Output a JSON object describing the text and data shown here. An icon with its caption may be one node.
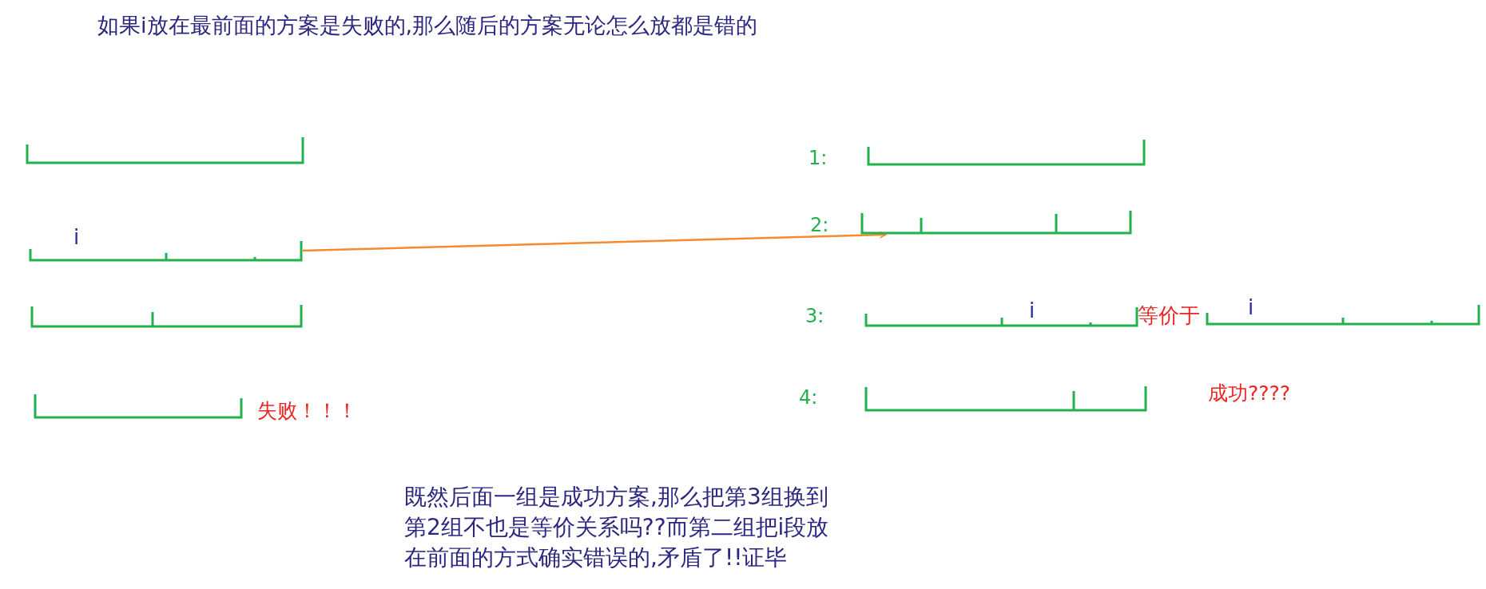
{
  "diagram": {
    "title": "如果i放在最前面的方案是失败的,那么随后的方案无论怎么放都是错的",
    "nodes": [
      {
        "text": [],
        "shape": "bracket"
      },
      {
        "text": [],
        "shape": "bracket",
        "beside": [
          "i"
        ]
      },
      {
        "text": [],
        "shape": "bracket"
      },
      {
        "text": [],
        "shape": "bracket",
        "beside": [
          "失败！！！"
        ]
      },
      {
        "text": [],
        "shape": "bracket",
        "beside": [
          "1:"
        ]
      },
      {
        "text": [],
        "shape": "bracket",
        "beside": [
          "2:"
        ]
      },
      {
        "text": [
          "i"
        ],
        "beside": [
          "3:"
        ]
      },
      {
        "text": [
          "i"
        ]
      },
      {
        "text": [],
        "shape": "bracket",
        "beside": [
          "4:"
        ]
      }
    ],
    "edges": [
      {
        "from": 1,
        "to": 5,
        "arrow": "to",
        "color": "#f58a2e"
      }
    ],
    "labels": [
      "等价于",
      "成功????",
      "既然后面一组是成功方案,那么把第3组换到第2组不也是等价关系吗??而第二组把i段放在前面的方式确实错误的,矛盾了!!证毕"
    ]
  }
}
